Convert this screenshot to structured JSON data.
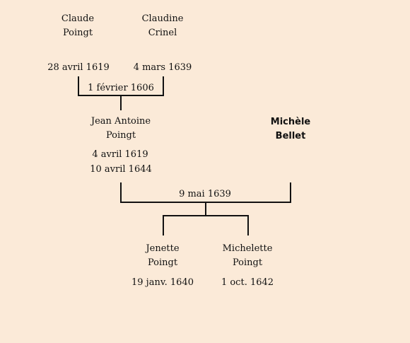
{
  "parents": {
    "father": {
      "first": "Claude",
      "last": "Poingt",
      "date": "28 avril 1619"
    },
    "mother": {
      "first": "Claudine",
      "last": "Crinel",
      "date": "4 mars 1639"
    },
    "marriage_date": "1 février 1606"
  },
  "person": {
    "first": "Jean Antoine",
    "last": "Poingt",
    "date1": "4 avril 1619",
    "date2": "10 avril 1644"
  },
  "spouse": {
    "first": "Michèle",
    "last": "Bellet"
  },
  "marriage_date": "9 mai 1639",
  "children": [
    {
      "first": "Jenette",
      "last": "Poingt",
      "date": "19 janv. 1640"
    },
    {
      "first": "Michelette",
      "last": "Poingt",
      "date": "1 oct. 1642"
    }
  ]
}
